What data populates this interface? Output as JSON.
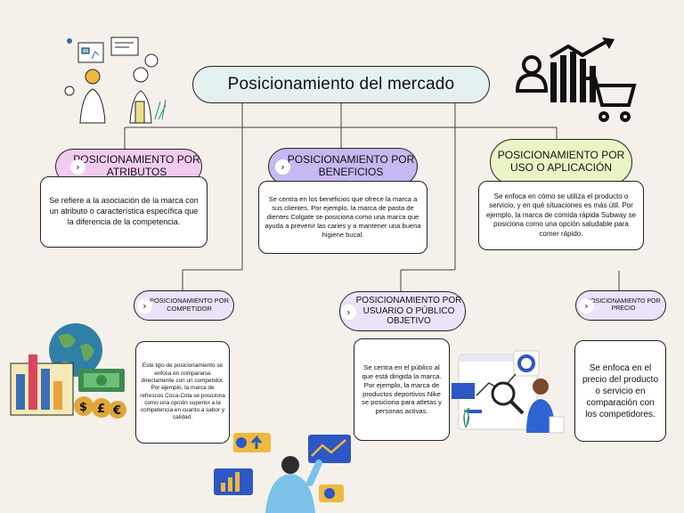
{
  "title": "Posicionamiento del mercado",
  "colors": {
    "background": "#f5f1ea",
    "title_fill": "#e4f1f0",
    "pink": "#f3cbf1",
    "purple": "#c7b8f3",
    "green": "#eaf5c5",
    "lavender": "#ece2fb"
  },
  "nodes": {
    "atributos": {
      "label": "POSICIONAMIENTO POR ATRIBUTOS",
      "description": "Se refiere a la asociación de la marca con un atributo o característica específica que la diferencia de la competencia."
    },
    "beneficios": {
      "label": "POSICIONAMIENTO POR BENEFICIOS",
      "description": "Se centra en los beneficios que ofrece la marca a sus clientes. Por ejemplo, la marca de pasta de dientes Colgate se posiciona como una marca que ayuda a prevenir las caries y a mantener una buena higiene bucal."
    },
    "uso": {
      "label": "POSICIONAMIENTO POR USO O APLICACIÓN",
      "description": "Se enfoca en cómo se utiliza el producto o servicio, y en qué situaciones es más útil. Por ejemplo, la marca de comida rápida Subway se posiciona como una opción saludable para comer rápido."
    },
    "competidor": {
      "label": "POSICIONAMIENTO POR COMPETIDOR",
      "description": "Este tipo de posicionamiento se enfoca en compararse directamente con un competidor. Por ejemplo, la marca de refrescos Coca-Cola se posiciona como una opción superior a la competencia en cuanto a sabor y calidad."
    },
    "usuario": {
      "label": "POSICIONAMIENTO POR USUARIO O PÚBLICO OBJETIVO",
      "description": "Se centra en el público al que está dirigida la marca. Por ejemplo, la marca de productos deportivos Nike se posiciona para atletas y personas activas."
    },
    "precio": {
      "label": "POSICIONAMIENTO POR PRECIO",
      "description": "Se enfoca en el precio del producto o servicio en comparación con los competidores."
    }
  },
  "icons": {
    "chevron": "chevron-right-icon",
    "illustrations": [
      "team-analytics-illustration",
      "chart-cart-icon",
      "globe-finance-illustration",
      "magnifier-analyst-illustration",
      "marketing-person-illustration"
    ]
  }
}
